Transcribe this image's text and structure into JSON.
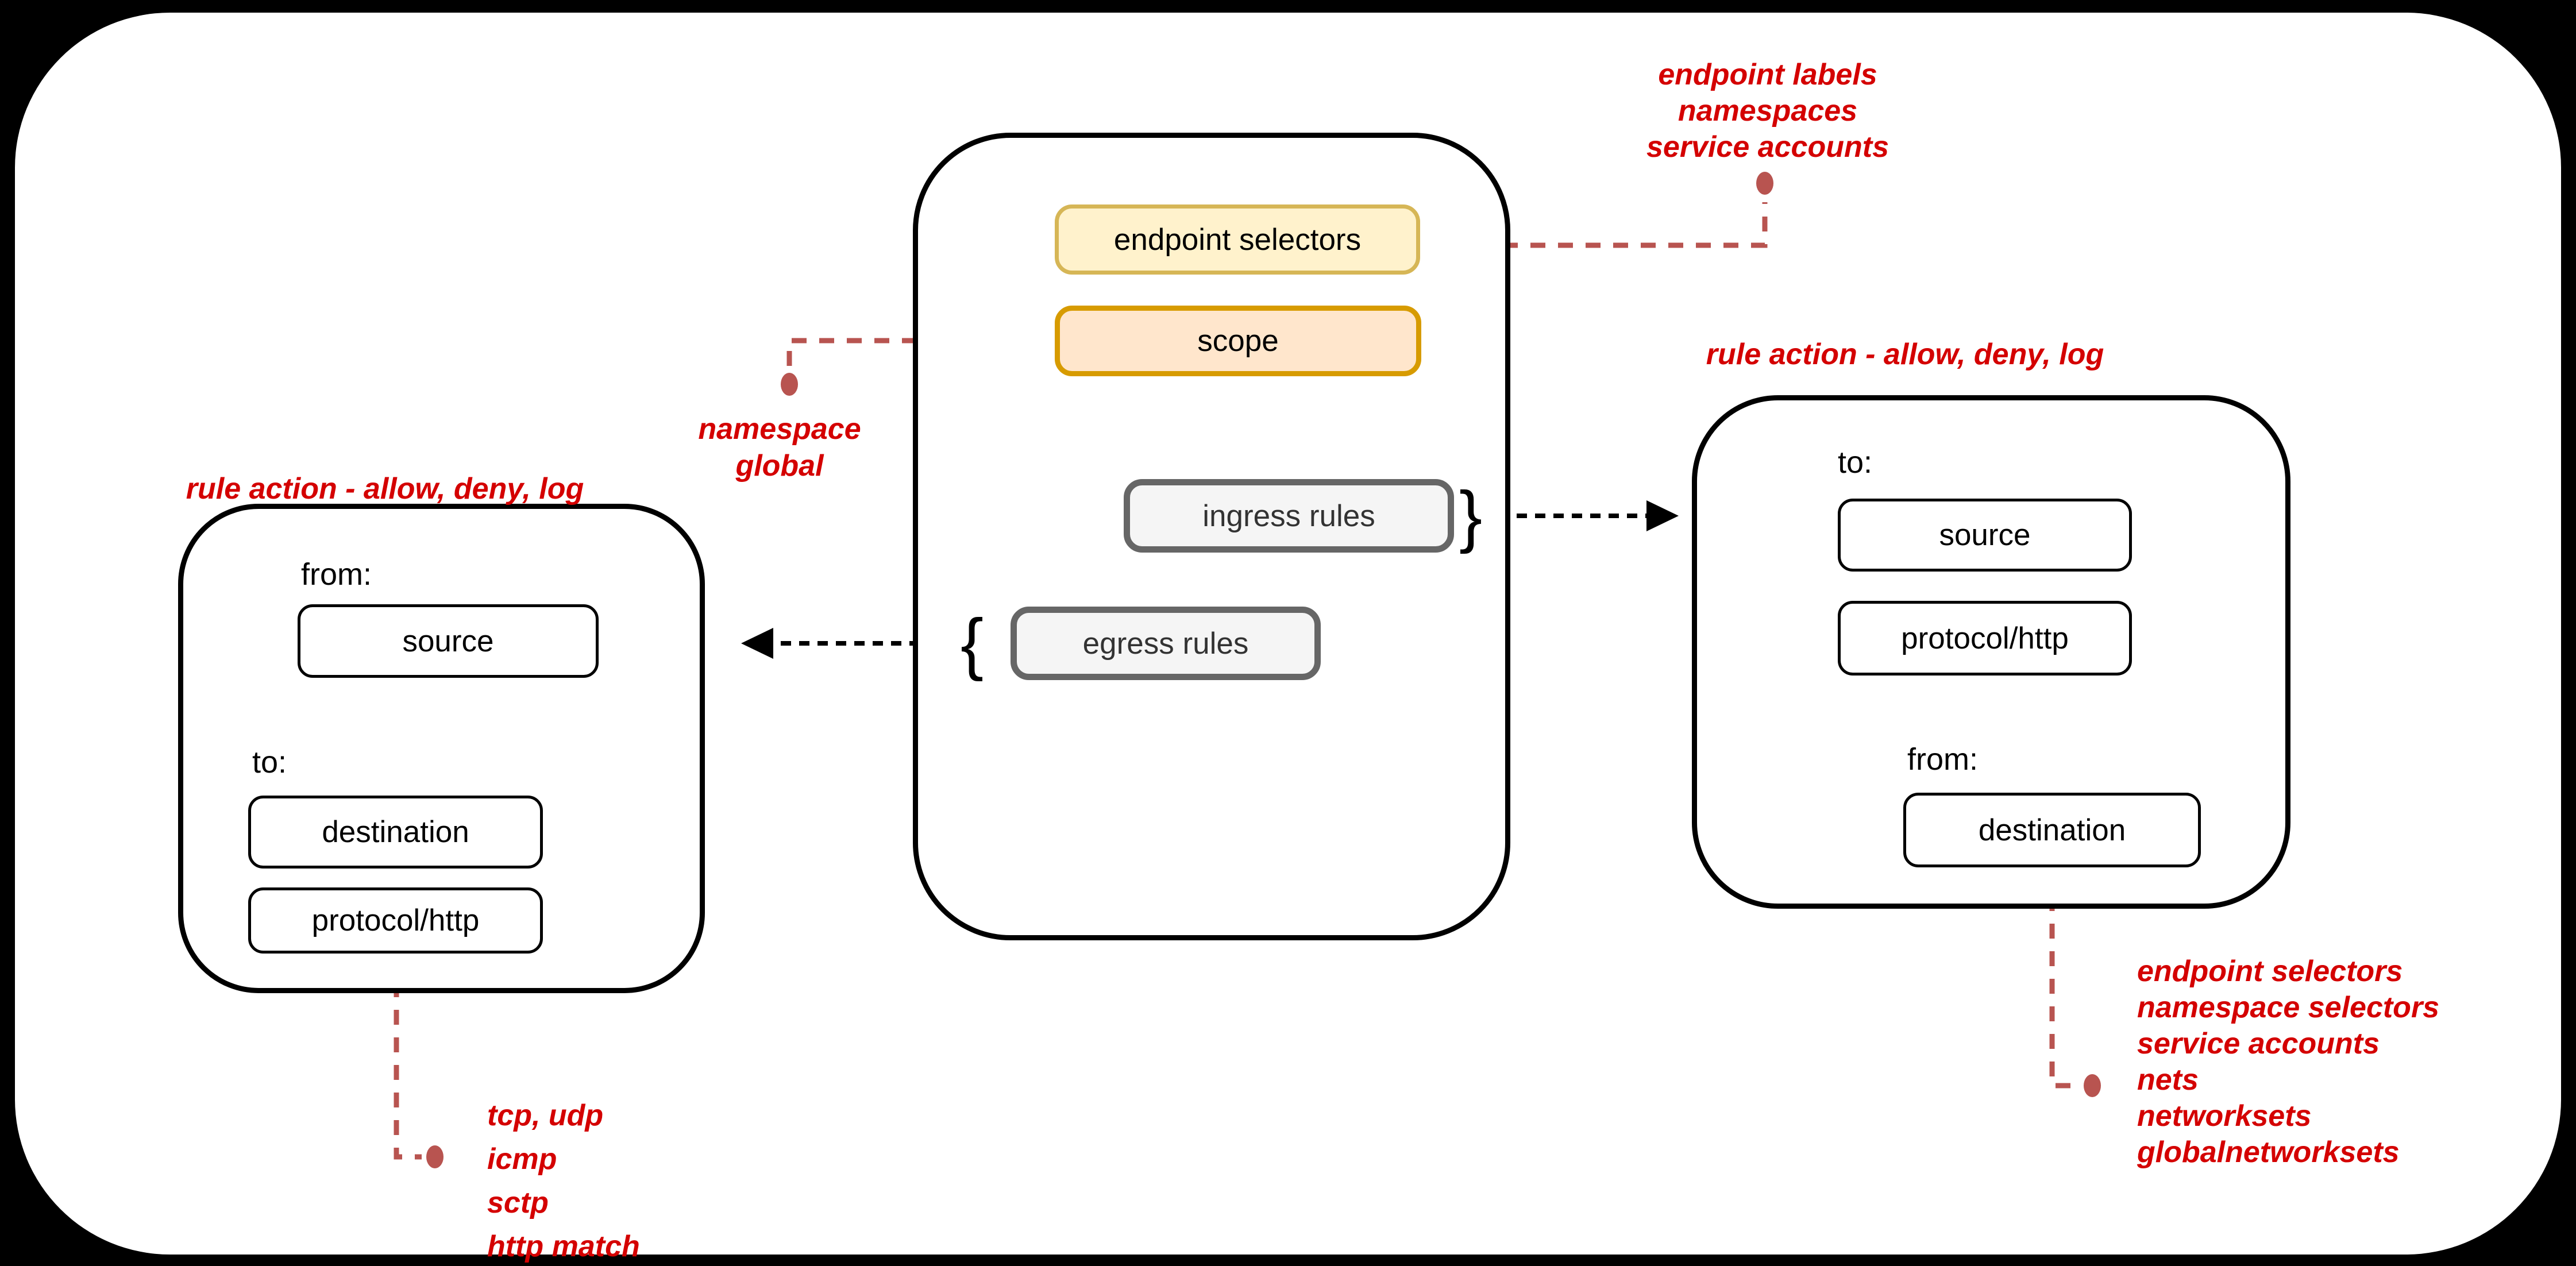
{
  "colors": {
    "background": "#000000",
    "canvas": "#ffffff",
    "red_text": "#d40000",
    "connector": "#b85450",
    "yellow_fill": "#fff2cc",
    "yellow_border": "#d6b656",
    "orange_fill": "#ffe6cc",
    "orange_border": "#d79b00",
    "gray_fill": "#f5f5f5",
    "gray_border": "#666666",
    "gray_text": "#333333",
    "black": "#000000"
  },
  "policy": {
    "endpoint_selectors_label": "endpoint selectors",
    "scope_label": "scope",
    "ingress_label": "ingress rules",
    "egress_label": "egress rules",
    "ingress_brace": "}",
    "egress_brace": "{"
  },
  "egress_detail": {
    "from_label": "from:",
    "source_label": "source",
    "to_label": "to:",
    "destination_label": "destination",
    "protocol_label": "protocol/http"
  },
  "ingress_detail": {
    "to_label": "to:",
    "source_label": "source",
    "protocol_label": "protocol/http",
    "from_label": "from:",
    "destination_label": "destination"
  },
  "annotations": {
    "left_rule_action": "rule action - allow, deny, log",
    "right_rule_action": "rule action - allow, deny, log",
    "endpoint_note": {
      "lines": [
        "endpoint labels",
        "namespaces",
        "service accounts"
      ]
    },
    "scope_note": {
      "lines": [
        "namespace",
        "global"
      ]
    },
    "protocol_note": {
      "lines": [
        "tcp, udp",
        "icmp",
        "sctp",
        "http match"
      ]
    },
    "destination_note": {
      "lines": [
        "endpoint selectors",
        "namespace selectors",
        "service accounts",
        "nets",
        "networksets",
        "globalnetworksets"
      ]
    }
  }
}
